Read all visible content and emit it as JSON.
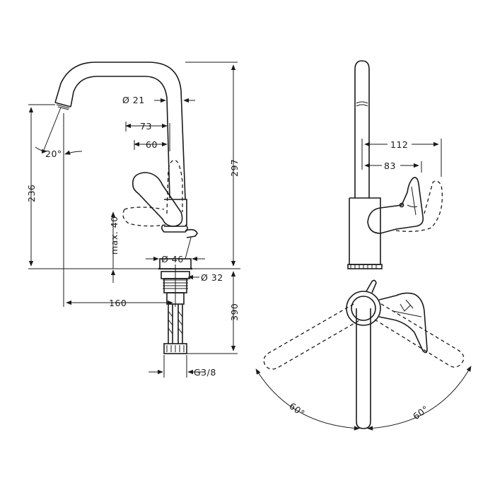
{
  "dimensions": {
    "diameter_21": "Ø 21",
    "d73": "73",
    "d60": "60",
    "angle_20": "20°",
    "d236": "236",
    "d297": "297",
    "max40": "max. 40",
    "diameter_46": "Ø 46",
    "diameter_32": "Ø 32",
    "d160": "160",
    "d390": "390",
    "thread": "G3/8",
    "d112": "112",
    "d83": "83",
    "angle_left": "60°",
    "angle_right": "60°"
  },
  "colors": {
    "line": "#1a1a1a",
    "background": "#ffffff"
  }
}
